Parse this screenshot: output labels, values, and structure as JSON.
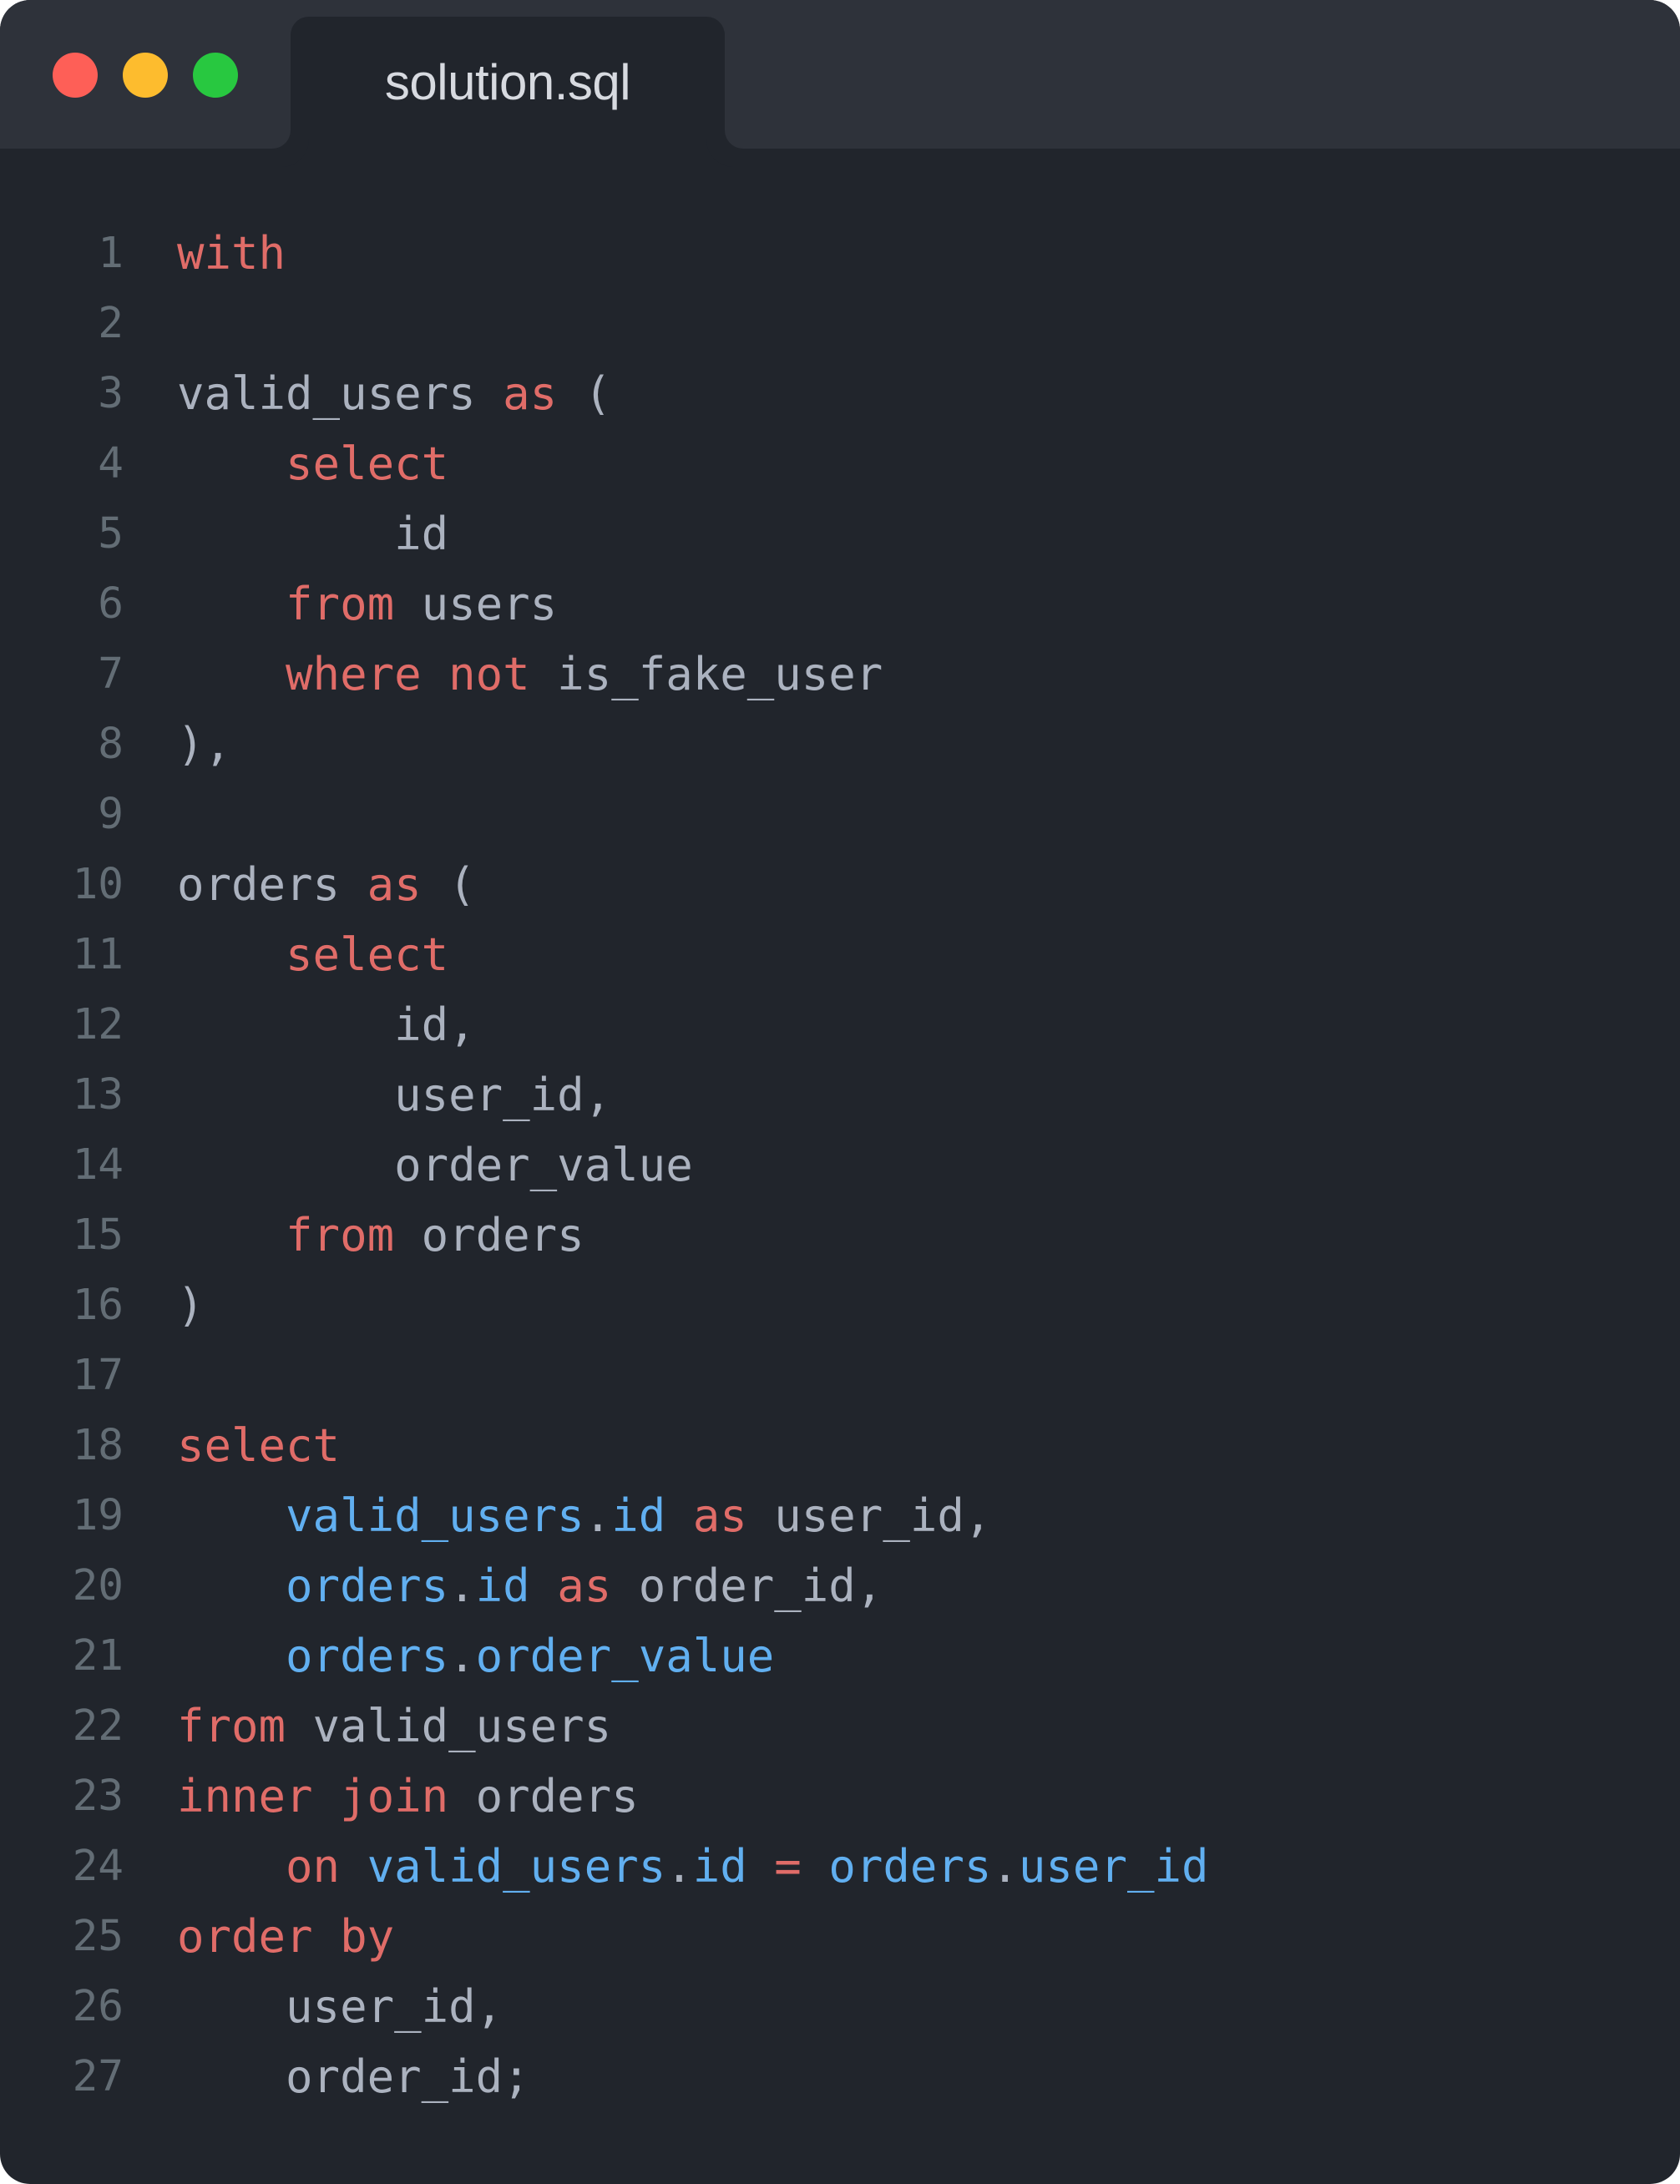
{
  "window": {
    "tab_title": "solution.sql",
    "traffic_lights": [
      "close",
      "minimize",
      "zoom"
    ],
    "colors": {
      "background": "#21252c",
      "titlebar": "#2e323a",
      "close": "#fe5f57",
      "minimize": "#fdbc2e",
      "zoom": "#28c840",
      "keyword": "#e06c68",
      "identifier": "#61aff0",
      "plain": "#abb2bf",
      "line_number": "#636d75"
    }
  },
  "code": {
    "language": "sql",
    "lines": [
      {
        "n": "1",
        "tokens": [
          {
            "t": "with",
            "c": "kw"
          }
        ]
      },
      {
        "n": "2",
        "tokens": []
      },
      {
        "n": "3",
        "tokens": [
          {
            "t": "valid_users ",
            "c": "pl"
          },
          {
            "t": "as",
            "c": "kw"
          },
          {
            "t": " (",
            "c": "pl"
          }
        ]
      },
      {
        "n": "4",
        "tokens": [
          {
            "t": "    ",
            "c": "pl"
          },
          {
            "t": "select",
            "c": "kw"
          }
        ]
      },
      {
        "n": "5",
        "tokens": [
          {
            "t": "        id",
            "c": "pl"
          }
        ]
      },
      {
        "n": "6",
        "tokens": [
          {
            "t": "    ",
            "c": "pl"
          },
          {
            "t": "from",
            "c": "kw"
          },
          {
            "t": " users",
            "c": "pl"
          }
        ]
      },
      {
        "n": "7",
        "tokens": [
          {
            "t": "    ",
            "c": "pl"
          },
          {
            "t": "where",
            "c": "kw"
          },
          {
            "t": " ",
            "c": "pl"
          },
          {
            "t": "not",
            "c": "kw"
          },
          {
            "t": " is_fake_user",
            "c": "pl"
          }
        ]
      },
      {
        "n": "8",
        "tokens": [
          {
            "t": "),",
            "c": "pl"
          }
        ]
      },
      {
        "n": "9",
        "tokens": []
      },
      {
        "n": "10",
        "tokens": [
          {
            "t": "orders ",
            "c": "pl"
          },
          {
            "t": "as",
            "c": "kw"
          },
          {
            "t": " (",
            "c": "pl"
          }
        ]
      },
      {
        "n": "11",
        "tokens": [
          {
            "t": "    ",
            "c": "pl"
          },
          {
            "t": "select",
            "c": "kw"
          }
        ]
      },
      {
        "n": "12",
        "tokens": [
          {
            "t": "        id,",
            "c": "pl"
          }
        ]
      },
      {
        "n": "13",
        "tokens": [
          {
            "t": "        user_id,",
            "c": "pl"
          }
        ]
      },
      {
        "n": "14",
        "tokens": [
          {
            "t": "        order_value",
            "c": "pl"
          }
        ]
      },
      {
        "n": "15",
        "tokens": [
          {
            "t": "    ",
            "c": "pl"
          },
          {
            "t": "from",
            "c": "kw"
          },
          {
            "t": " orders",
            "c": "pl"
          }
        ]
      },
      {
        "n": "16",
        "tokens": [
          {
            "t": ")",
            "c": "pl"
          }
        ]
      },
      {
        "n": "17",
        "tokens": []
      },
      {
        "n": "18",
        "tokens": [
          {
            "t": "select",
            "c": "kw"
          }
        ]
      },
      {
        "n": "19",
        "tokens": [
          {
            "t": "    ",
            "c": "pl"
          },
          {
            "t": "valid_users",
            "c": "id"
          },
          {
            "t": ".",
            "c": "pl"
          },
          {
            "t": "id",
            "c": "id"
          },
          {
            "t": " ",
            "c": "pl"
          },
          {
            "t": "as",
            "c": "kw"
          },
          {
            "t": " user_id,",
            "c": "pl"
          }
        ]
      },
      {
        "n": "20",
        "tokens": [
          {
            "t": "    ",
            "c": "pl"
          },
          {
            "t": "orders",
            "c": "id"
          },
          {
            "t": ".",
            "c": "pl"
          },
          {
            "t": "id",
            "c": "id"
          },
          {
            "t": " ",
            "c": "pl"
          },
          {
            "t": "as",
            "c": "kw"
          },
          {
            "t": " order_id,",
            "c": "pl"
          }
        ]
      },
      {
        "n": "21",
        "tokens": [
          {
            "t": "    ",
            "c": "pl"
          },
          {
            "t": "orders",
            "c": "id"
          },
          {
            "t": ".",
            "c": "pl"
          },
          {
            "t": "order_value",
            "c": "id"
          }
        ]
      },
      {
        "n": "22",
        "tokens": [
          {
            "t": "from",
            "c": "kw"
          },
          {
            "t": " valid_users",
            "c": "pl"
          }
        ]
      },
      {
        "n": "23",
        "tokens": [
          {
            "t": "inner",
            "c": "kw"
          },
          {
            "t": " ",
            "c": "pl"
          },
          {
            "t": "join",
            "c": "kw"
          },
          {
            "t": " orders",
            "c": "pl"
          }
        ]
      },
      {
        "n": "24",
        "tokens": [
          {
            "t": "    ",
            "c": "pl"
          },
          {
            "t": "on",
            "c": "kw"
          },
          {
            "t": " ",
            "c": "pl"
          },
          {
            "t": "valid_users",
            "c": "id"
          },
          {
            "t": ".",
            "c": "pl"
          },
          {
            "t": "id",
            "c": "id"
          },
          {
            "t": " ",
            "c": "pl"
          },
          {
            "t": "=",
            "c": "kw"
          },
          {
            "t": " ",
            "c": "pl"
          },
          {
            "t": "orders",
            "c": "id"
          },
          {
            "t": ".",
            "c": "pl"
          },
          {
            "t": "user_id",
            "c": "id"
          }
        ]
      },
      {
        "n": "25",
        "tokens": [
          {
            "t": "order",
            "c": "kw"
          },
          {
            "t": " ",
            "c": "pl"
          },
          {
            "t": "by",
            "c": "kw"
          }
        ]
      },
      {
        "n": "26",
        "tokens": [
          {
            "t": "    user_id,",
            "c": "pl"
          }
        ]
      },
      {
        "n": "27",
        "tokens": [
          {
            "t": "    order_id;",
            "c": "pl"
          }
        ]
      }
    ]
  }
}
